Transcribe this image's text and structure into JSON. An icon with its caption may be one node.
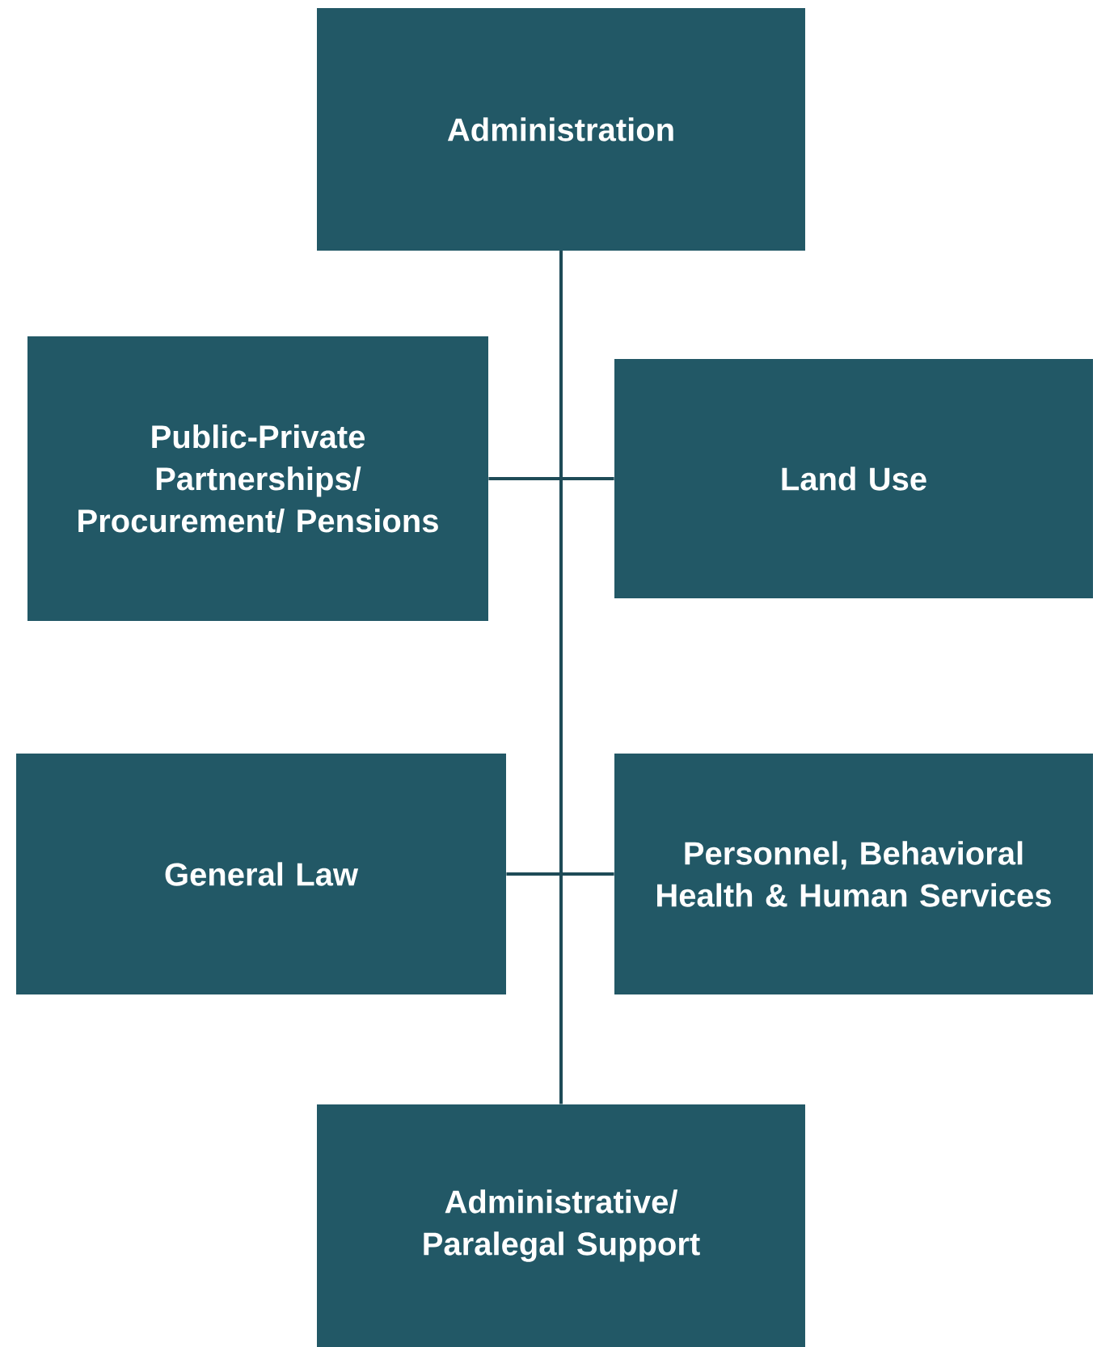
{
  "diagram": {
    "nodes": [
      {
        "text": [
          "Administration"
        ]
      },
      {
        "text": [
          "Public-Private Partnerships/ Procurement/ Pensions"
        ]
      },
      {
        "text": [
          "Land Use"
        ]
      },
      {
        "text": [
          "General Law"
        ]
      },
      {
        "text": [
          "Personnel, Behavioral Health & Human Services"
        ]
      },
      {
        "text": [
          "Administrative/ Paralegal Support"
        ]
      }
    ],
    "edges": [
      {
        "from": 0,
        "to": 1,
        "arrow": "none"
      },
      {
        "from": 0,
        "to": 2,
        "arrow": "none"
      },
      {
        "from": 0,
        "to": 3,
        "arrow": "none"
      },
      {
        "from": 0,
        "to": 4,
        "arrow": "none"
      },
      {
        "from": 0,
        "to": 5,
        "arrow": "none"
      }
    ]
  }
}
